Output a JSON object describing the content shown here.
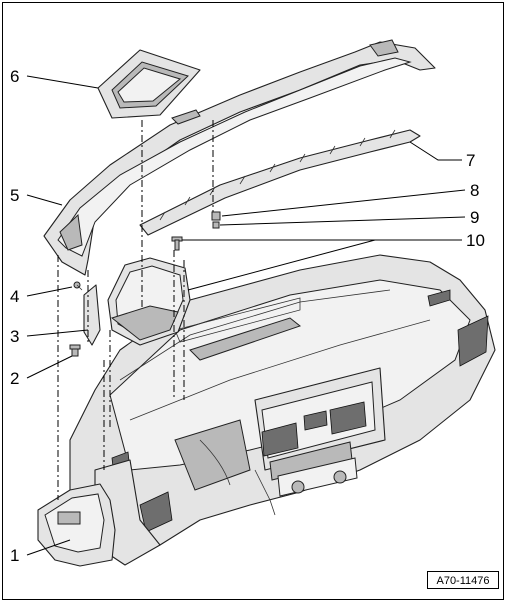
{
  "callouts": [
    {
      "id": "1",
      "label": "1"
    },
    {
      "id": "2",
      "label": "2"
    },
    {
      "id": "3",
      "label": "3"
    },
    {
      "id": "4",
      "label": "4"
    },
    {
      "id": "5",
      "label": "5"
    },
    {
      "id": "6",
      "label": "6"
    },
    {
      "id": "7",
      "label": "7"
    },
    {
      "id": "8",
      "label": "8"
    },
    {
      "id": "9",
      "label": "9"
    },
    {
      "id": "10",
      "label": "10"
    }
  ],
  "figure_ref": "A70-11476"
}
